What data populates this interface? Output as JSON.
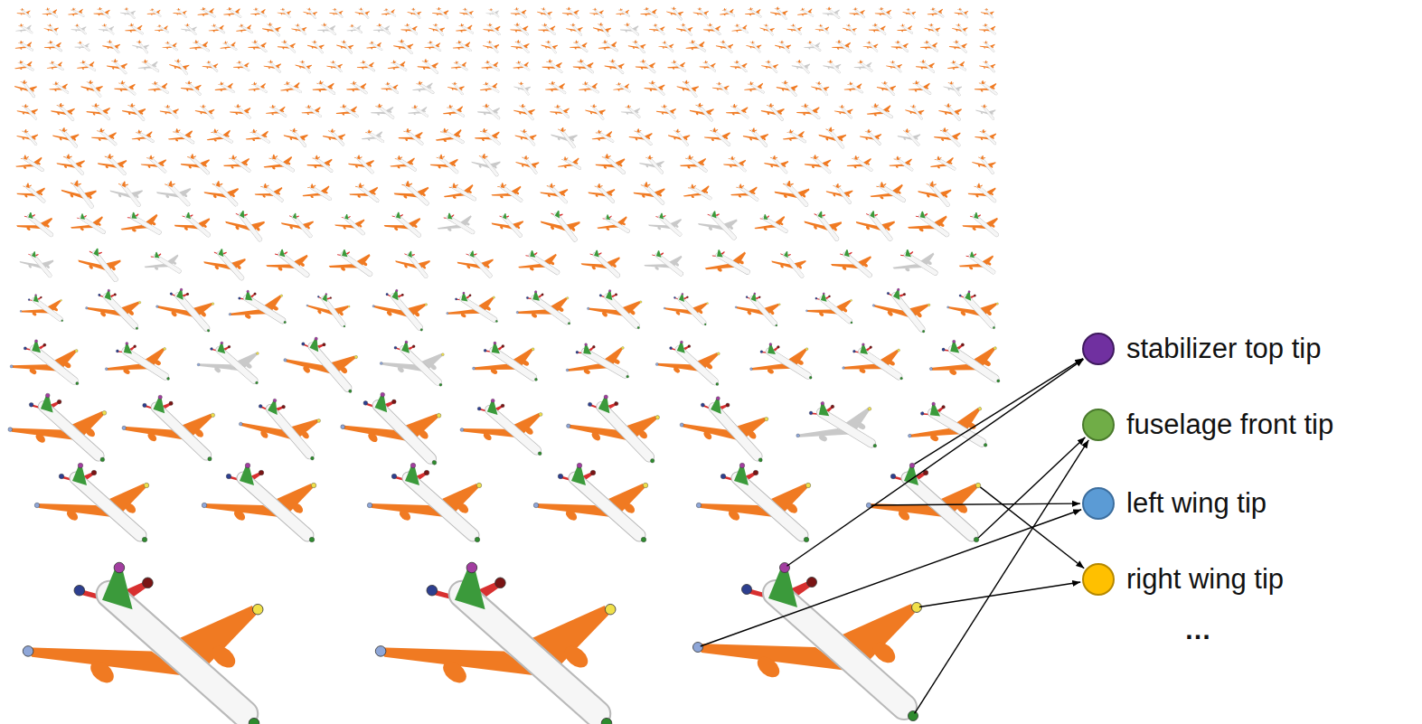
{
  "diagram": {
    "nodes": [
      {
        "text": [
          "stabilizer top tip"
        ]
      },
      {
        "text": [
          "fuselage front tip"
        ]
      },
      {
        "text": [
          "left wing tip"
        ]
      },
      {
        "text": [
          "right wing tip"
        ]
      }
    ],
    "labels": [
      "…"
    ]
  }
}
